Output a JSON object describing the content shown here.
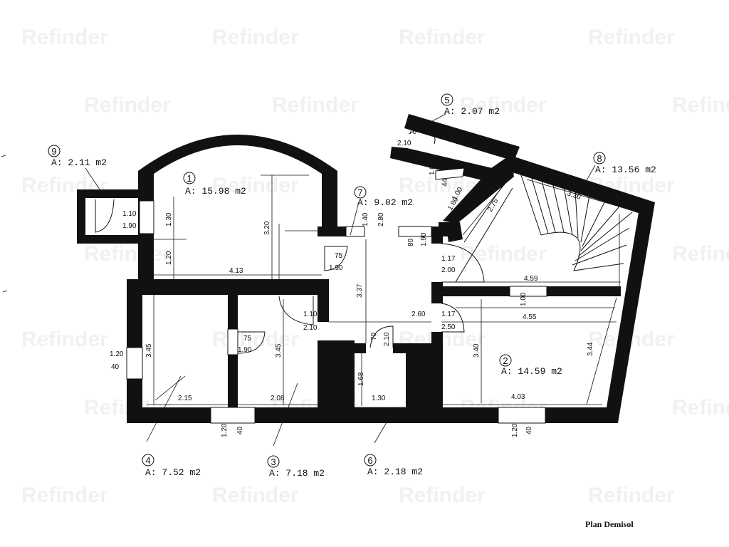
{
  "watermark": "Refinder",
  "title": "Plan Demisol",
  "rooms": [
    {
      "id": "1",
      "area": "A: 15.98 m2"
    },
    {
      "id": "2",
      "area": "A: 14.59 m2"
    },
    {
      "id": "3",
      "area": "A: 7.18 m2"
    },
    {
      "id": "4",
      "area": "A: 7.52 m2"
    },
    {
      "id": "5",
      "area": "A: 2.07 m2"
    },
    {
      "id": "6",
      "area": "A: 2.18 m2"
    },
    {
      "id": "7",
      "area": "A: 9.02 m2"
    },
    {
      "id": "8",
      "area": "A: 13.56 m2"
    },
    {
      "id": "9",
      "area": "A: 2.11 m2"
    }
  ],
  "dimensions": {
    "d413": "4.13",
    "d320": "3.20",
    "d130": "1.30",
    "d120a": "1.20",
    "d110a": "1.10",
    "d190a": "1.90",
    "d75a": "75",
    "d190b": "1.90",
    "d140": "1.40",
    "d280": "2.80",
    "d80": "80",
    "d190c": "1.90",
    "d337": "3.37",
    "d260": "2.60",
    "d110b": "1.10",
    "d210a": "2.10",
    "d70a": "70",
    "d210b": "2.10",
    "d117a": "1.17",
    "d200": "2.00",
    "d117b": "1.17",
    "d250": "2.50",
    "d459": "4.59",
    "d100a": "1.00",
    "d455": "4.55",
    "d340": "3.40",
    "d344": "3.44",
    "d403": "4.03",
    "d345a": "3.45",
    "d215": "2.15",
    "d345b": "3.45",
    "d208": "2.08",
    "d75b": "75",
    "d190d": "1.90",
    "d120b": "1.20",
    "d40a": "40",
    "d168": "1.68",
    "d130b": "1.30",
    "d120c": "1.20",
    "d40b": "40",
    "d120d": "1.20",
    "d40c": "40",
    "d70b": "70",
    "d210c": "2.10",
    "d105": "1.05",
    "d44": "44",
    "d100b": "1.00",
    "d180": "1.80",
    "d275": "2.75",
    "d330": "3.30"
  }
}
